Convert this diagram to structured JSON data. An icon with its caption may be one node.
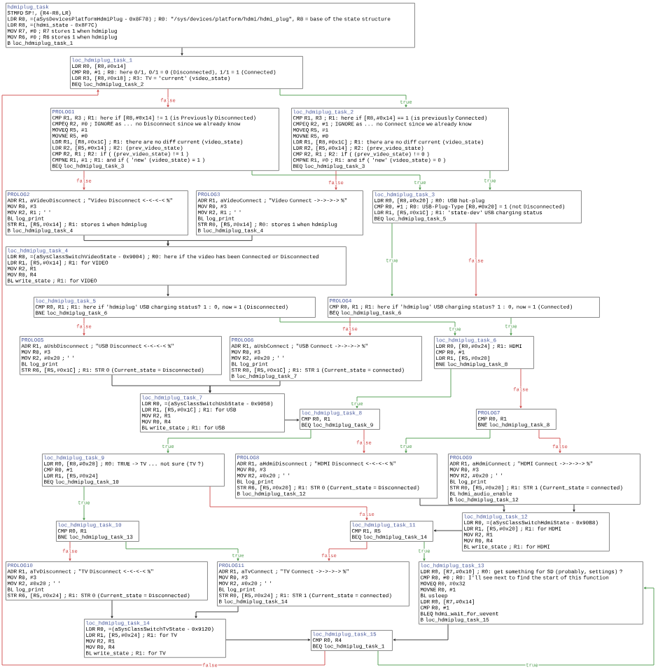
{
  "diagram": {
    "nodes": [
      {
        "text": [
          "hdmiplug_task",
          "STMFD SP!, {R4-R8,LR}",
          "LDR R0, =(aSysDevicesPlatformHdmiPlug - 0x8F78) ; R0: \"/sys/devices/platform/hdmi/hdmi_plug\", R8 = base of the state structure",
          "LDR R8, =(hdmi_state - 0x8F7C)",
          "MOV R7, #0 ; R7 stores 1 when hdmiplug",
          "MOV R6, #0 ; R6 stores 1 when hdmiplug",
          "B loc_hdmiplug_task_1"
        ]
      },
      {
        "text": [
          "loc_hdmiplug_task_1",
          "LDR R0, [R8,#0x14]",
          "CMP R0, #1 ; R0: here 0/1, 0/1 = 0 (Disconnected), 1/1 = 1 (Connected)",
          "LDR R3, [R8,#0x18] ; R3: TV = 'current' (video_state)",
          "BEQ loc_hdmiplug_task_2"
        ]
      },
      {
        "text": [
          "PROLOG1",
          "CMP R1, R3 ; R1: here if [R8,#0x14] != 1 (is Previously Disconnected)",
          "CMPEQ R2, #0 ; IGNORE as ... no Disconnect since we already know",
          "MOVEQ R5, #1",
          "MOVNE R5, #0",
          "LDR R1, [R8,#0x1C] ; R1: there are no diff current (video_state)",
          "LDR R2, [R5,#0x14] ; R2: (prev_video_state)",
          "CMP R2, R1 ; R2: if ( (prev_video_state) != 1 )",
          "CMPNE R1, #1 ; R1: and if ( 'new' (video_state) = 1 )",
          "BEQ loc_hdmiplug_task_3"
        ]
      },
      {
        "text": [
          "loc_hdmiplug_task_2",
          "CMP R1, R3 ; R1: here if [R8,#0x14] == 1 (is previously Connected)",
          "CMPEQ R2, #1 ; IGNORE as ... no Connect since we already know",
          "MOVEQ R5, #1",
          "MOVNE R5, #0",
          "LDR R1, [R8,#0x1C] ; R1: there are no diff current (video_state)",
          "LDR R2, [R5,#0x14] ; R2: (prev_video_state)",
          "CMP R2, R1 ; R2: if ( (prev_video_state) != 0 )",
          "CMPNE R1, #0 ; R1: and if ( 'new' (video_state) = 0 )",
          "BEQ loc_hdmiplug_task_3"
        ]
      },
      {
        "text": [
          "PROLOG2",
          "ADR R1, aVideoDisconnect ; \"Video Disconnect <-<-<-< %\"",
          "MOV R0, #3",
          "MOV R2, R1 ; ' '",
          "BL log_print",
          "STR R1, [R5,#0x14] ; R1: stores 1 when hdmiplug",
          "B loc_hdmiplug_task_4"
        ]
      },
      {
        "text": [
          "PROLOG3",
          "ADR R1, aVideoConnect ; \"Video Connect ->->->-> %\"",
          "MOV R0, #3",
          "MOV R2, R1 ; ' '",
          "BL log_print",
          "STR R0, [R5,#0x14] ; R0: stores 1 when hdmiplug",
          "B loc_hdmiplug_task_4"
        ]
      },
      {
        "text": [
          "loc_hdmiplug_task_3",
          "LDR R0, [R8,#0x20] ; R0: USB hot-plug",
          "CMP R0, #1 ; R0: USB-Plug-Type [R8,#0x20] = 1 (not Disconnected)",
          "LDR R1, [R5,#0x1C] ; R1: 'state-dev' USB charging status",
          "BEQ loc_hdmiplug_task_5"
        ]
      },
      {
        "text": [
          "loc_hdmiplug_task_4",
          "LDR R0, =(aSysClassSwitchVideoState - 0x9004) ; R0: here if the video has been Connected or Disconnected",
          "LDR R1, [R5,#0x14] ; R1: for VIDEO",
          "MOV R2, R1",
          "MOV R0, R4",
          "BL write_state ; R1: for VIDEO"
        ]
      },
      {
        "text": [
          "loc_hdmiplug_task_5",
          "CMP R0, R1 ; R1: here if 'hdmiplug' USB charging status? 1 : 0, now = 1 (Disconnected)",
          "BNE loc_hdmiplug_task_6"
        ]
      },
      {
        "text": [
          "PROLOG4",
          "CMP R0, R1 ; R1: here if 'hdmiplug' USB charging status? 1 : 0, now = 1 (Connected)",
          "BEQ loc_hdmiplug_task_6"
        ]
      },
      {
        "text": [
          "PROLOG5",
          "ADR R1, aUsbDisconnect ; \"USB Disconnect <-<-<-< %\"",
          "MOV R0, #3",
          "MOV R2, #0x20 ; ' '",
          "BL log_print",
          "STR R6, [R5,#0x1C] ; R1: STR 0 (Current_state = Disconnected)"
        ]
      },
      {
        "text": [
          "PROLOG6",
          "ADR R1, aUsbConnect ; \"USB Connect ->->->-> %\"",
          "MOV R0, #3",
          "MOV R2, #0x20 ; ' '",
          "BL log_print",
          "STR R0, [R5,#0x1C] ; R1: STR 1 (Current_state = connected)",
          "B loc_hdmiplug_task_7"
        ]
      },
      {
        "text": [
          "loc_hdmiplug_task_6",
          "LDR R0, [R8,#0x24] ; R1: HDMI",
          "CMP R0, #1",
          "LDR R1, [R5,#0x20]",
          "BNE loc_hdmiplug_task_8"
        ]
      },
      {
        "text": [
          "loc_hdmiplug_task_7",
          "LDR R0, =(aSysClassSwitchUsbState - 0x9050)",
          "LDR R1, [R5,#0x1C] ; R1: for USB",
          "MOV R2, R1",
          "MOV R0, R4",
          "BL write_state ; R1: for USB"
        ]
      },
      {
        "text": [
          "PROLOG7",
          "CMP R0, R1",
          "BNE loc_hdmiplug_task_8"
        ]
      },
      {
        "text": [
          "loc_hdmiplug_task_8",
          "CMP R0, R1",
          "BEQ loc_hdmiplug_task_9"
        ]
      },
      {
        "text": [
          "loc_hdmiplug_task_9",
          "LDR R0, [R8,#0x28] ; R0: TRUE -> TV ... not sure (TV ?)",
          "CMP R0, #1",
          "LDR R1, [R5,#0x24]",
          "BEQ loc_hdmiplug_task_10"
        ]
      },
      {
        "text": [
          "PROLOG8",
          "ADR R1, aHdmiDisconnect ; \"HDMI Disconnect <-<-<-< %\"",
          "MOV R0, #3",
          "MOV R2, #0x20 ; ' '",
          "BL log_print",
          "STR R6, [R5,#0x20] ; R1: STR 0 (Current_state = Disconnected)",
          "B loc_hdmiplug_task_12"
        ]
      },
      {
        "text": [
          "PROLOG9",
          "ADR R1, aHdmiConnect ; \"HDMI Connect ->->->-> %\"",
          "MOV R0, #3",
          "MOV R2, #0x20 ; ' '",
          "BL log_print",
          "STR R0, [R5,#0x20] ; R1: STR 1 (Current_state = connected)",
          "BL hdmi_audio_enable",
          "B loc_hdmiplug_task_12"
        ]
      },
      {
        "text": [
          "loc_hdmiplug_task_10",
          "CMP R0, R1",
          "BNE loc_hdmiplug_task_13"
        ]
      },
      {
        "text": [
          "loc_hdmiplug_task_11",
          "CMP R1, R5",
          "BEQ loc_hdmiplug_task_14"
        ]
      },
      {
        "text": [
          "loc_hdmiplug_task_12",
          "LDR R0, =(aSysClassSwitchHdmiState - 0x90B8)",
          "LDR R1, [R5,#0x20] ; R1: for HDMI",
          "MOV R2, R1",
          "MOV R0, R4",
          "BL write_state ; R1: for HDMI"
        ]
      },
      {
        "text": [
          "PROLOG10",
          "ADR R1, aTvDisconnect ; \"TV Disconnect <-<-<-< %\"",
          "MOV R0, #3",
          "MOV R2, #0x20 ; ' '",
          "BL log_print",
          "STR R6, [R5,#0x24] ; R1: STR 0 (Current_state = Disconnected)"
        ]
      },
      {
        "text": [
          "PROLOG11",
          "ADR R1, aTvConnect ; \"TV Connect ->->->-> %\"",
          "MOV R0, #3",
          "MOV R2, #0x20 ; ' '",
          "BL log_print",
          "STR R0, [R5,#0x24] ; R1: STR 1 (Current_state = connected)",
          "B loc_hdmiplug_task_14"
        ]
      },
      {
        "text": [
          "loc_hdmiplug_task_13",
          "LDR R0, [R7,#0x10] ; R0: get something for SD (probably, settings) ?",
          "CMP R0, #0 ; R0: I'll see next to find the start of this function",
          "MOVEQ R0, #0x32",
          "MOVNE R0, #1",
          "BL usleep",
          "LDR R0, [R7,#0x14]",
          "CMP R0, #1",
          "BLEQ hdmi_wait_for_uevent",
          "B loc_hdmiplug_task_15"
        ]
      },
      {
        "text": [
          "loc_hdmiplug_task_14",
          "LDR R0, =(aSysClassSwitchTvState - 0x9120)",
          "LDR R1, [R5,#0x24] ; R1: for TV",
          "MOV R2, R1",
          "MOV R0, R4",
          "BL write_state ; R1: for TV"
        ]
      },
      {
        "text": [
          "loc_hdmiplug_task_15",
          "CMP R0, R4",
          "BEQ loc_hdmiplug_task_1"
        ]
      }
    ],
    "edges": [
      {
        "from": 0,
        "to": 1,
        "arrow": "to"
      },
      {
        "from": 1,
        "to": 2,
        "arrow": "to",
        "label": "false",
        "color": "#d04a4a"
      },
      {
        "from": 1,
        "to": 3,
        "arrow": "to",
        "label": "true",
        "color": "#4a9a4a"
      },
      {
        "from": 2,
        "to": 4,
        "arrow": "to",
        "label": "false",
        "color": "#d04a4a"
      },
      {
        "from": 3,
        "to": 5,
        "arrow": "to",
        "label": "false",
        "color": "#d04a4a"
      },
      {
        "from": 2,
        "to": 6,
        "arrow": "to",
        "label": "true",
        "color": "#4a9a4a"
      },
      {
        "from": 3,
        "to": 6,
        "arrow": "to",
        "label": "true",
        "color": "#4a9a4a"
      },
      {
        "from": 4,
        "to": 7,
        "arrow": "to"
      },
      {
        "from": 5,
        "to": 7,
        "arrow": "to"
      },
      {
        "from": 6,
        "to": 9,
        "arrow": "to",
        "label": "true",
        "color": "#4a9a4a"
      },
      {
        "from": 6,
        "to": 9,
        "arrow": "to",
        "label": "false",
        "color": "#d04a4a"
      },
      {
        "from": 7,
        "to": 8,
        "arrow": "to"
      },
      {
        "from": 8,
        "to": 10,
        "arrow": "to",
        "label": "false",
        "color": "#d04a4a"
      },
      {
        "from": 9,
        "to": 11,
        "arrow": "to",
        "label": "false",
        "color": "#d04a4a"
      },
      {
        "from": 8,
        "to": 12,
        "arrow": "to",
        "label": "true",
        "color": "#4a9a4a"
      },
      {
        "from": 9,
        "to": 12,
        "arrow": "to",
        "label": "true",
        "color": "#4a9a4a"
      },
      {
        "from": 10,
        "to": 13,
        "arrow": "to"
      },
      {
        "from": 11,
        "to": 13,
        "arrow": "to"
      },
      {
        "from": 12,
        "to": 15,
        "arrow": "to",
        "label": "true",
        "color": "#4a9a4a"
      },
      {
        "from": 12,
        "to": 14,
        "arrow": "to",
        "label": "false",
        "color": "#d04a4a"
      },
      {
        "from": 13,
        "to": 15,
        "arrow": "to"
      },
      {
        "from": 14,
        "to": 17,
        "arrow": "to",
        "label": "true",
        "color": "#4a9a4a"
      },
      {
        "from": 14,
        "to": 18,
        "arrow": "to",
        "label": "false",
        "color": "#d04a4a"
      },
      {
        "from": 15,
        "to": 16,
        "arrow": "to",
        "label": "true",
        "color": "#4a9a4a"
      },
      {
        "from": 15,
        "to": 17,
        "arrow": "to",
        "label": "false",
        "color": "#d04a4a"
      },
      {
        "from": 16,
        "to": 19,
        "arrow": "to",
        "label": "true",
        "color": "#4a9a4a"
      },
      {
        "from": 16,
        "to": 20,
        "arrow": "to",
        "label": "false",
        "color": "#d04a4a"
      },
      {
        "from": 17,
        "to": 21,
        "arrow": "to"
      },
      {
        "from": 18,
        "to": 21,
        "arrow": "to"
      },
      {
        "from": 21,
        "to": 20,
        "arrow": "to"
      },
      {
        "from": 19,
        "to": 22,
        "arrow": "to",
        "label": "false",
        "color": "#d04a4a"
      },
      {
        "from": 19,
        "to": 23,
        "arrow": "to",
        "label": "true",
        "color": "#4a9a4a"
      },
      {
        "from": 20,
        "to": 23,
        "arrow": "to",
        "label": "false",
        "color": "#d04a4a"
      },
      {
        "from": 20,
        "to": 24,
        "arrow": "to",
        "label": "true",
        "color": "#4a9a4a"
      },
      {
        "from": 22,
        "to": 25,
        "arrow": "to"
      },
      {
        "from": 23,
        "to": 25,
        "arrow": "to"
      },
      {
        "from": 24,
        "to": 26,
        "arrow": "to"
      },
      {
        "from": 25,
        "to": 26,
        "arrow": "to"
      },
      {
        "from": 26,
        "to": 1,
        "arrow": "to",
        "label": "false",
        "color": "#d04a4a"
      },
      {
        "from": 26,
        "to": 24,
        "arrow": "to",
        "label": "true",
        "color": "#4a9a4a"
      }
    ]
  }
}
